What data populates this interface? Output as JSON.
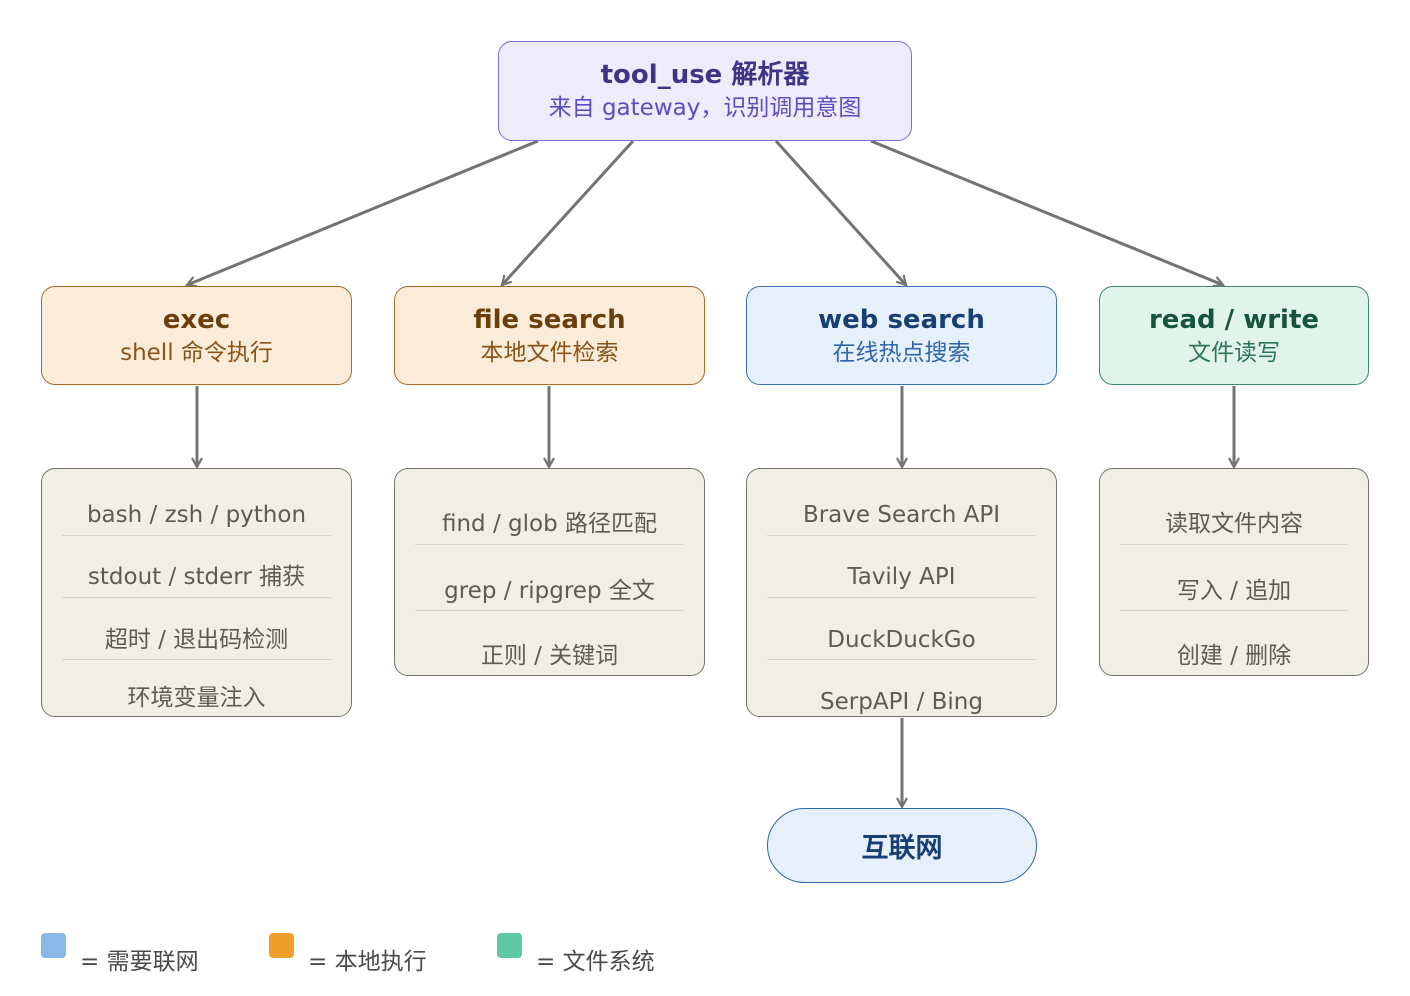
{
  "colors": {
    "edge": "#737373",
    "network": "#8ab8e8",
    "local": "#f0a02a",
    "filesystem": "#5cc8a6"
  },
  "root": {
    "title": "tool_use 解析器",
    "subtitle": "来自 gateway，识别调用意图"
  },
  "categories": [
    {
      "id": "exec",
      "title": "exec",
      "subtitle": "shell 命令执行",
      "items": [
        "bash / zsh / python",
        "stdout / stderr 捕获",
        "超时 / 退出码检测",
        "环境变量注入"
      ]
    },
    {
      "id": "file",
      "title": "file search",
      "subtitle": "本地文件检索",
      "items": [
        "find / glob 路径匹配",
        "grep / ripgrep 全文",
        "正则 / 关键词"
      ]
    },
    {
      "id": "web",
      "title": "web search",
      "subtitle": "在线热点搜索",
      "items": [
        "Brave Search API",
        "Tavily API",
        "DuckDuckGo",
        "SerpAPI / Bing"
      ]
    },
    {
      "id": "rw",
      "title": "read / write",
      "subtitle": "文件读写",
      "items": [
        "读取文件内容",
        "写入 / 追加",
        "创建 / 删除"
      ]
    }
  ],
  "internet": {
    "title": "互联网"
  },
  "legend": [
    {
      "label": "= 需要联网",
      "color": "#8ab8e8"
    },
    {
      "label": "= 本地执行",
      "color": "#f0a02a"
    },
    {
      "label": "= 文件系统",
      "color": "#5cc8a6"
    }
  ]
}
